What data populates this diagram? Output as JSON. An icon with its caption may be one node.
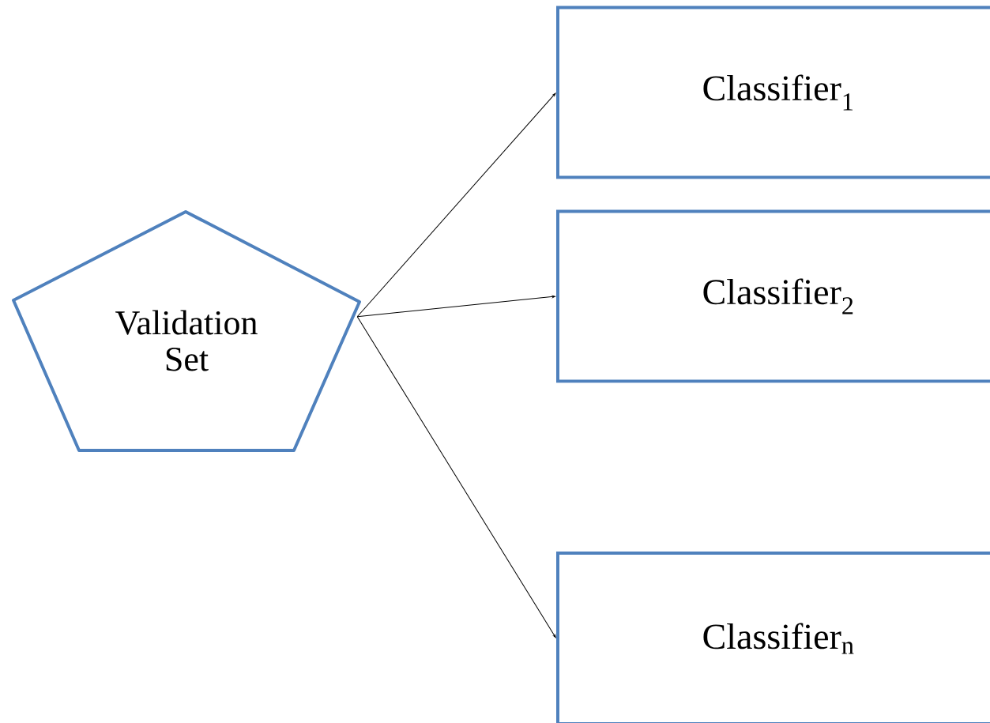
{
  "diagram": {
    "nodes": [
      {
        "text": [
          "Validation Set"
        ]
      },
      {
        "text": [
          "Classifier$_{1}$"
        ]
      },
      {
        "text": [
          "Classifier$_{2}$"
        ]
      },
      {
        "text": [
          "Classifier$_{n}$"
        ]
      }
    ],
    "edges": [
      {
        "from": 0,
        "to": 1,
        "arrow": "to"
      },
      {
        "from": 0,
        "to": 2,
        "arrow": "to"
      },
      {
        "from": 0,
        "to": 3,
        "arrow": "to"
      }
    ]
  }
}
